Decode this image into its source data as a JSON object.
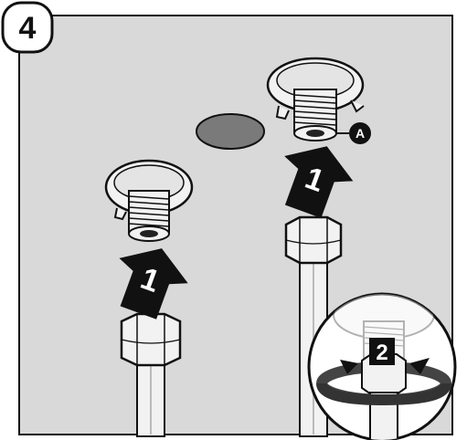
{
  "step": {
    "number": "4"
  },
  "callout": {
    "label": "A"
  },
  "arrows": {
    "lift_label": "1"
  },
  "detail": {
    "rotate_label": "2"
  },
  "colors": {
    "panel": "#d9d9d9",
    "outline": "#111111",
    "fitting": "#f2f2f2",
    "hole": "#7a7a7a",
    "arrow": "#111111",
    "ring": "#444444",
    "detail_bg": "#ffffff"
  }
}
